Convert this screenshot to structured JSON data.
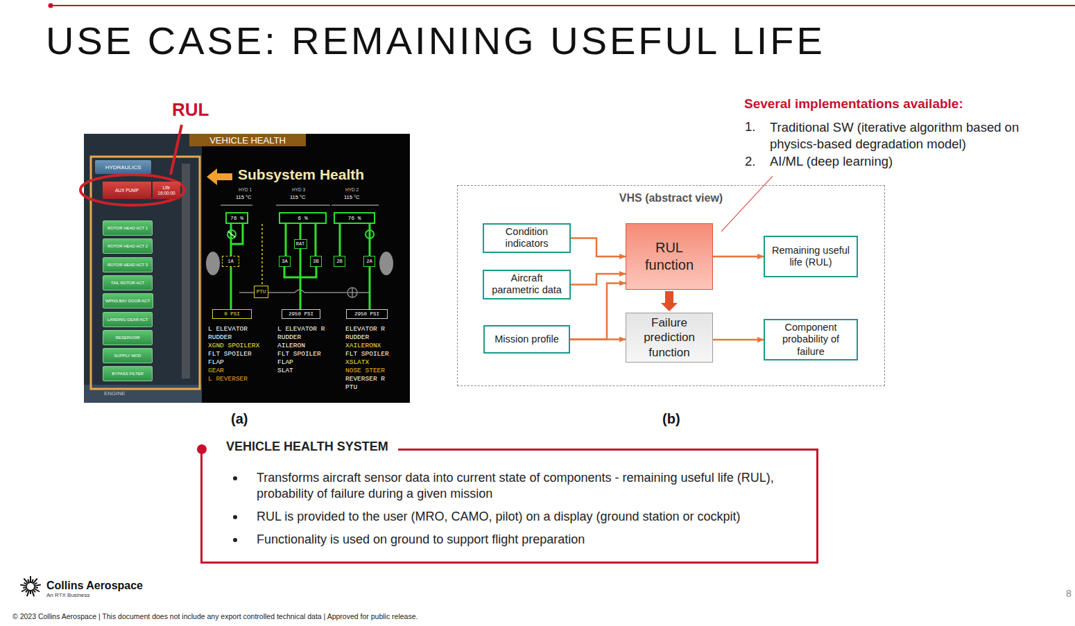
{
  "diagram": {
    "title": "USE CASE: REMAINING USEFUL LIFE",
    "nodes": [
      {
        "text": [
          "VEHICLE HEALTH"
        ]
      },
      {
        "text": [
          "HYDRAULICS"
        ]
      },
      {
        "text": [
          "AUX PUMP"
        ]
      },
      {
        "text": [
          "Life 16:00:00"
        ]
      },
      {
        "text": [
          "ROTOR HEAD ACT 1"
        ]
      },
      {
        "text": [
          "ROTOR HEAD ACT 2"
        ]
      },
      {
        "text": [
          "ROTOR HEAD ACT 3"
        ]
      },
      {
        "text": [
          "TAIL ROTOR ACT"
        ]
      },
      {
        "text": [
          "WPNS BAY DOOR ACT"
        ]
      },
      {
        "text": [
          "LANDING GEAR ACT"
        ]
      },
      {
        "text": [
          "RESERVOIR"
        ]
      },
      {
        "text": [
          "SUPPLY MOD"
        ]
      },
      {
        "text": [
          "BYPASS FILTER"
        ]
      },
      {
        "text": [
          "76 %"
        ]
      },
      {
        "text": [
          "6 %"
        ]
      },
      {
        "text": [
          "76 %"
        ]
      },
      {
        "text": [
          "1A"
        ]
      },
      {
        "text": [
          "RAT"
        ]
      },
      {
        "text": [
          "3A"
        ]
      },
      {
        "text": [
          "3B"
        ]
      },
      {
        "text": [
          "2B"
        ]
      },
      {
        "text": [
          "2A"
        ]
      },
      {
        "text": [
          "PTU"
        ]
      },
      {
        "text": [
          "0 PSI"
        ]
      },
      {
        "text": [
          "2950 PSI"
        ]
      },
      {
        "text": [
          "2950 PSI"
        ]
      },
      {
        "text": [
          "VHS (abstract view)"
        ]
      },
      {
        "text": [
          "Condition indicators"
        ],
        "in": 26
      },
      {
        "text": [
          "Aircraft parametric data"
        ],
        "in": 26
      },
      {
        "text": [
          "Mission profile"
        ],
        "in": 26
      },
      {
        "text": [
          "RUL function"
        ],
        "in": 26
      },
      {
        "text": [
          "Failure prediction function"
        ],
        "in": 26
      },
      {
        "text": [
          "Remaining useful life (RUL)"
        ],
        "in": 26
      },
      {
        "text": [
          "Component probability of failure"
        ],
        "in": 26
      },
      {
        "text": [
          "VEHICLE HEALTH SYSTEM",
          "Transforms aircraft sensor data into current state of components - remaining useful life (RUL), probability of failure during a given mission",
          "RUL is provided to the user (MRO, CAMO, pilot) on a display (ground station or cockpit)",
          "Functionality is used on ground to support flight preparation"
        ]
      }
    ],
    "edges": [
      {
        "from": 27,
        "to": 30,
        "arrow": "to"
      },
      {
        "from": 28,
        "to": 30,
        "arrow": "to"
      },
      {
        "from": 29,
        "to": 30,
        "arrow": "to"
      },
      {
        "from": 29,
        "to": 31,
        "arrow": "to"
      },
      {
        "from": 30,
        "to": 31,
        "arrow": "to"
      },
      {
        "from": 30,
        "to": 32,
        "arrow": "to"
      },
      {
        "from": 31,
        "to": 33,
        "arrow": "to"
      }
    ],
    "labels": [
      "RUL",
      "Subsystem Health",
      "HYD 1",
      "HYD 3",
      "HYD 2",
      "115 °C",
      "115 °C",
      "115 °C",
      "L ELEVATOR",
      "RUDDER",
      "XGND SPOILERX",
      "FLT SPOILER",
      "FLAP",
      "GEAR",
      "L REVERSER",
      "L ELEVATOR R",
      "RUDDER",
      "AILERON",
      "FLT SPOILER",
      "FLAP",
      "SLAT",
      "ELEVATOR R",
      "RUDDER",
      "XAILERONX",
      "FLT SPOILER",
      "XSLATX",
      "NOSE STEER",
      "REVERSER R",
      "PTU",
      "ENGINE",
      "(a)",
      "(b)",
      "Several implementations available:",
      "1.",
      "Traditional SW (iterative algorithm based on physics-based degradation model)",
      "2.",
      "AI/ML (deep learning)",
      "Collins Aerospace",
      "An RTX Business",
      "8",
      "© 2023 Collins Aerospace | This document does not include any export controlled technical data | Approved for public release."
    ]
  }
}
